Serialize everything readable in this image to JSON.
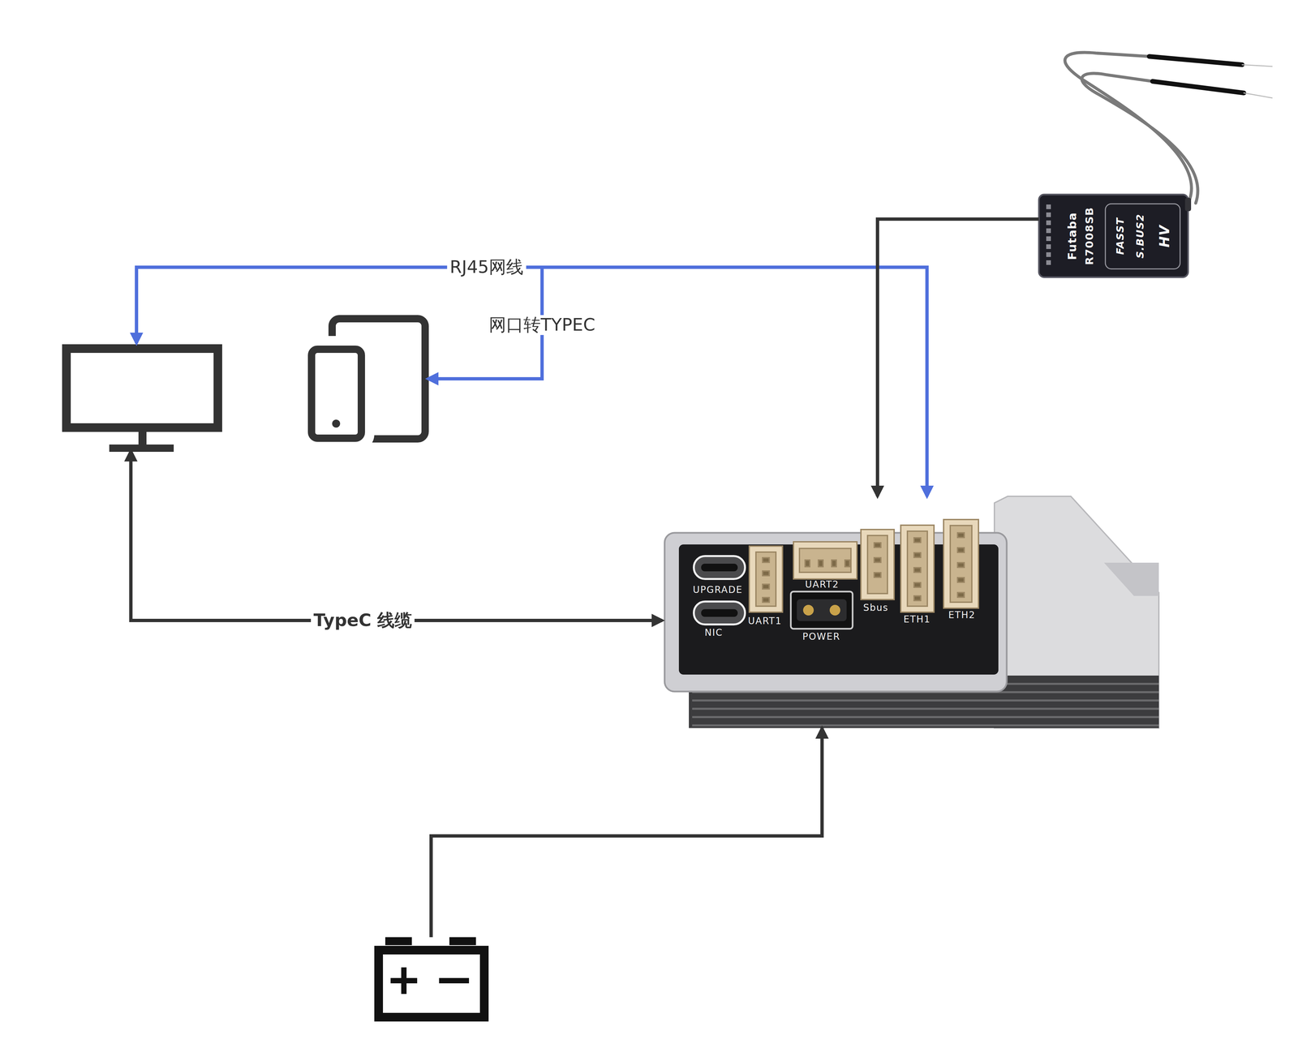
{
  "diagram": {
    "nodes": [
      {
        "text": []
      },
      {
        "text": []
      },
      {
        "text": [
          "Futaba",
          "R7008SB",
          "FASST",
          "S.BUS2",
          "HV"
        ]
      },
      {
        "text": [
          "UPGRADE",
          "NIC",
          "UART1",
          "UART2",
          "POWER",
          "Sbus",
          "ETH1",
          "ETH2"
        ]
      },
      {
        "text": []
      }
    ],
    "edges": [
      {
        "from": 3,
        "to": 0,
        "label": "RJ45网线",
        "arrow": "both"
      },
      {
        "from": 3,
        "to": 1,
        "label": "网口转TYPEC",
        "arrow": "both"
      },
      {
        "from": 0,
        "to": 3,
        "label": "TypeC 线缆",
        "arrow": "both"
      },
      {
        "from": 2,
        "to": 3,
        "arrow": "to"
      },
      {
        "from": 4,
        "to": 3,
        "arrow": "to"
      }
    ]
  }
}
